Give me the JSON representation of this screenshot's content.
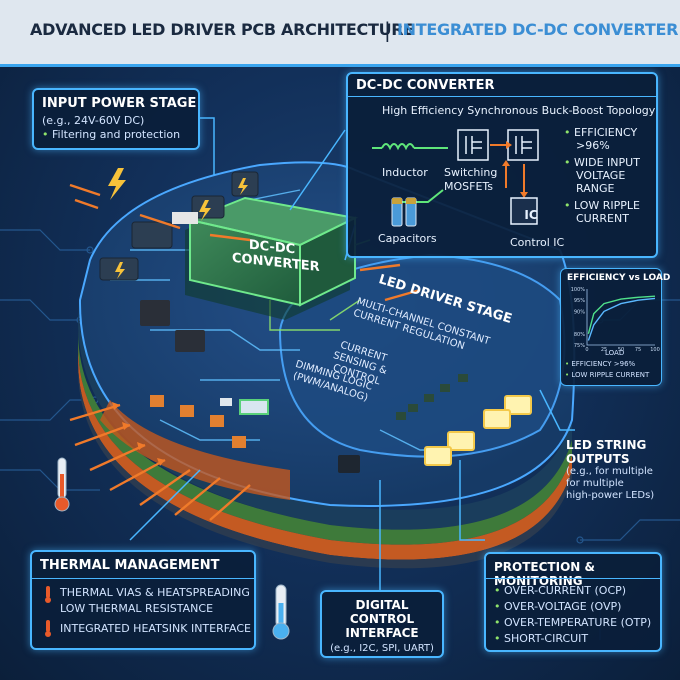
{
  "title": {
    "left": "ADVANCED LED DRIVER PCB ARCHITECTURE",
    "separator": "|",
    "right": "INTEGRATED DC-DC CONVERTER"
  },
  "input_power": {
    "heading": "INPUT POWER STAGE",
    "line1": "(e.g., 24V-60V DC)",
    "line2": "Filtering and protection"
  },
  "dcdc_panel": {
    "heading": "DC-DC CONVERTER",
    "topology": "High Efficiency Synchronous Buck-Boost Topology",
    "inductor": "Inductor",
    "switching": "Switching",
    "mosfets": "MOSFETs",
    "capacitors": "Capacitors",
    "control_ic": "Control IC",
    "ic_chip": "IC",
    "feat1a": "EFFICIENCY",
    "feat1b": ">96%",
    "feat2a": "WIDE INPUT",
    "feat2b": "VOLTAGE",
    "feat2c": "RANGE",
    "feat3a": "LOW RIPPLE",
    "feat3b": "CURRENT"
  },
  "board": {
    "dcdc_line1": "DC-DC",
    "dcdc_line2": "CONVERTER",
    "led_stage": "LED DRIVER STAGE",
    "multi1": "MULTI-CHANNEL CONSTANT",
    "multi2": "CURRENT REGULATION",
    "current1": "CURRENT",
    "current2": "SENSING &",
    "current3": "CONTROL",
    "dimming1": "DIMMING LOGIC",
    "dimming2": "(PWM/ANALOG)"
  },
  "efficiency_chart": {
    "title": "EFFICIENCY vs LOAD",
    "xlabel": "LOAD",
    "legend1": "EFFICIENCY  >96%",
    "legend2": "LOW RIPPLE CURRENT"
  },
  "chart_data": {
    "type": "line",
    "title": "EFFICIENCY vs LOAD",
    "xlabel": "LOAD",
    "ylabel": "",
    "x_ticks": [
      "0",
      "25",
      "50",
      "75",
      "100"
    ],
    "y_ticks": [
      "75%",
      "80%",
      "90%",
      "95%",
      "100%"
    ],
    "xlim": [
      0,
      100
    ],
    "ylim": [
      75,
      100
    ],
    "series": [
      {
        "name": "EFFICIENCY  >96%",
        "color": "#4fe08a",
        "x": [
          2,
          10,
          25,
          50,
          75,
          100
        ],
        "y": [
          80,
          89,
          93.5,
          95.5,
          96.3,
          96.8
        ]
      },
      {
        "name": "LOW RIPPLE CURRENT",
        "color": "#5ab8ff",
        "x": [
          2,
          10,
          25,
          50,
          75,
          100
        ],
        "y": [
          77,
          84,
          90,
          93.5,
          95,
          95.8
        ]
      }
    ]
  },
  "led_outputs": {
    "heading1": "LED STRING",
    "heading2": "OUTPUTS",
    "line1": "(e.g., for multiple",
    "line2": "for multiple",
    "line3": "high-power LEDs)"
  },
  "thermal": {
    "heading": "THERMAL MANAGEMENT",
    "line1": "THERMAL VIAS & HEATSPREADING",
    "line2": "LOW THERMAL RESISTANCE",
    "line3": "INTEGRATED HEATSINK INTERFACE"
  },
  "digital": {
    "heading1": "DIGITAL CONTROL",
    "heading2": "INTERFACE",
    "line1": "(e.g., I2C, SPI, UART)"
  },
  "protection": {
    "heading": "PROTECTION & MONITORING",
    "item1": "OVER-CURRENT (OCP)",
    "item2": "OVER-VOLTAGE (OVP)",
    "item3": "OVER-TEMPERATURE (OTP)",
    "item4": "SHORT-CIRCUIT"
  },
  "colors": {
    "accent": "#49b6ff",
    "green_glow": "#5fe67a",
    "orange": "#f07a2a"
  }
}
